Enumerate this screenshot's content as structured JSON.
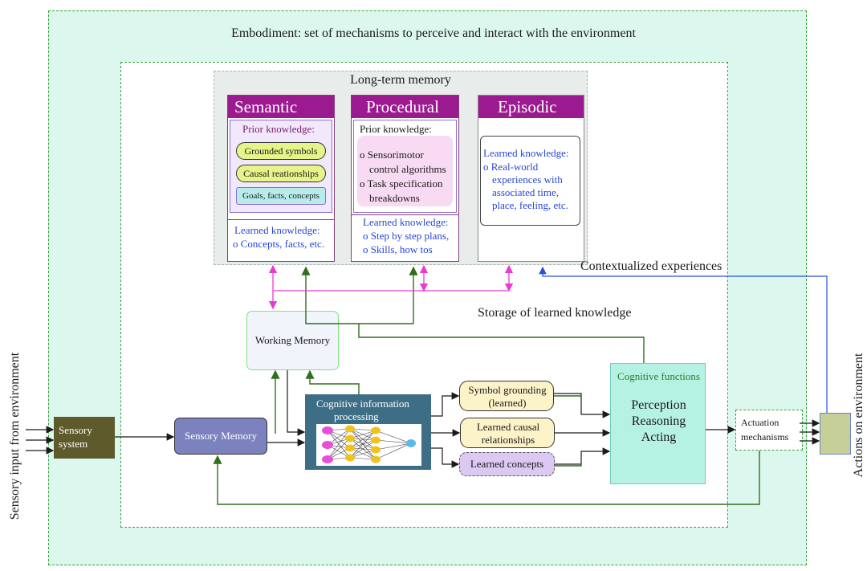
{
  "embodiment": {
    "label": "Embodiment: set of mechanisms to perceive and interact with the environment"
  },
  "ltm": {
    "title": "Long-term memory",
    "semantic": {
      "header": "Semantic",
      "prior_title": "Prior knowledge:",
      "pills": [
        "Grounded symbols",
        "Causal reationships",
        "Goals, facts, concepts"
      ],
      "learned_title": "Learned knowledge:",
      "learned_items": [
        "o Concepts, facts, etc."
      ]
    },
    "procedural": {
      "header": "Procedural",
      "prior_title": "Prior knowledge:",
      "prior_items": [
        "o Sensorimotor",
        "control algorithms",
        "o Task specification",
        "breakdowns"
      ],
      "learned_title": "Learned knowledge:",
      "learned_items": [
        "o Step by step plans,",
        "o Skills, how tos"
      ]
    },
    "episodic": {
      "header": "Episodic",
      "learned_title": "Learned knowledge:",
      "learned_items": [
        "o Real-world",
        "experiences with",
        "associated time,",
        "place, feeling, etc."
      ]
    }
  },
  "labels": {
    "contextualized": "Contextualized experiences",
    "storage": "Storage of learned knowledge",
    "sensory_input": "Sensory input from  environment",
    "actions_on_env": "Actions on environment"
  },
  "nodes": {
    "working_memory": "Working Memory",
    "sensory_system": [
      "Sensory",
      "system"
    ],
    "sensory_memory": "Sensory Memory",
    "cip_title": [
      "Cognitive information",
      "processing"
    ],
    "symbol_grounding": [
      "Symbol grounding",
      "(learned)"
    ],
    "causal": [
      "Learned causal",
      "relationships"
    ],
    "concepts": "Learned concepts",
    "cog_title": "Cognitive functions",
    "cog_items": [
      "Perception",
      "Reasoning",
      "Acting"
    ],
    "actuation": [
      "Actuation",
      "mechanisms"
    ]
  },
  "colors": {
    "outer_fill": "#dcf8ee",
    "outer_border": "#3b9e3b",
    "arrow_green": "#2f6f1e",
    "arrow_magenta": "#e83cd0",
    "arrow_blue": "#2a4fd6",
    "header_purple": "#9c1a8f",
    "sensory_system": "#5e5a2b",
    "sensory_memory": "#7c82be",
    "cip": "#3d6e86",
    "cog_fill": "#b6f2e3",
    "actions_fill": "#c6cf98"
  }
}
